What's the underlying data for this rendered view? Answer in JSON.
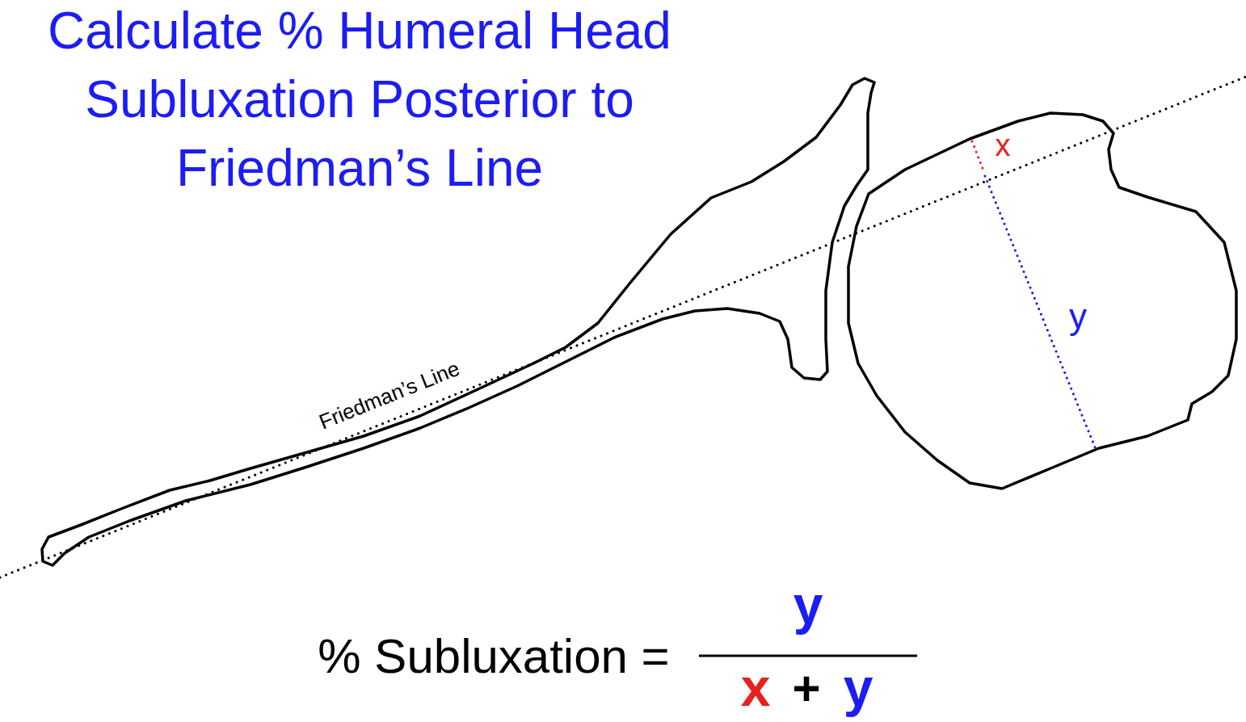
{
  "diagram": {
    "title": "Calculate % Humeral Head Subluxation Posterior to Friedman’s Line",
    "labels": [
      "x",
      "y",
      "Friedman’s Line",
      "% Subluxation =",
      "y",
      "x",
      "+",
      "y"
    ]
  }
}
